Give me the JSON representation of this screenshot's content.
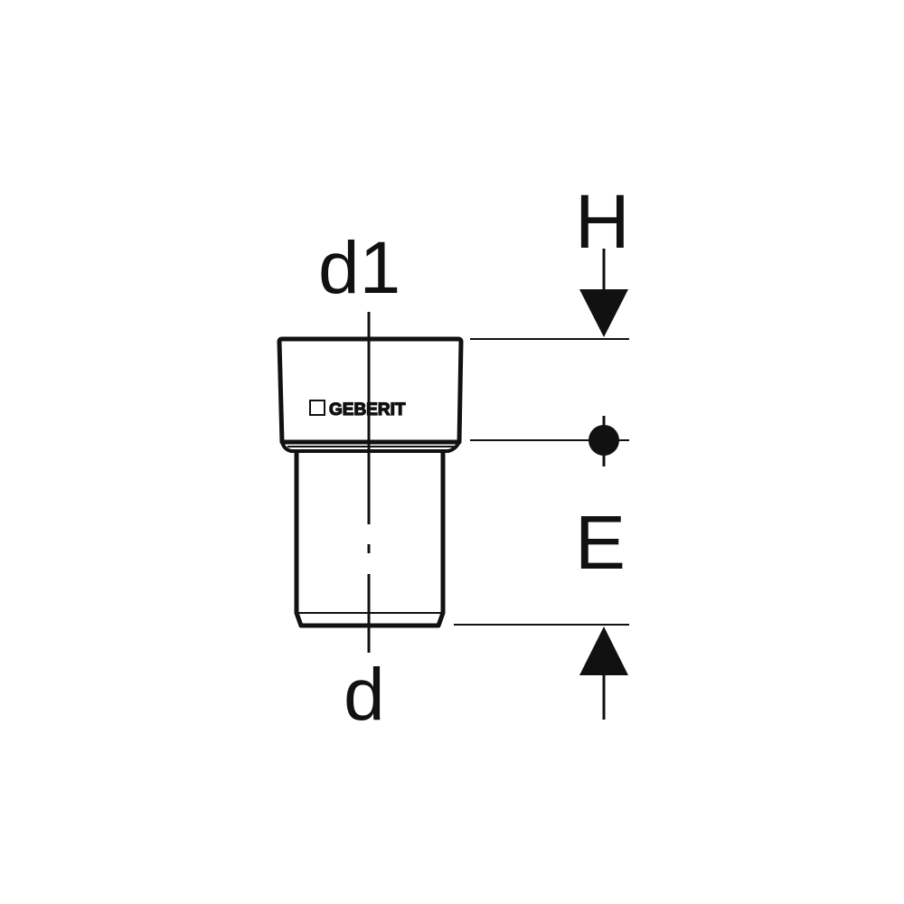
{
  "labels": {
    "d1": "d1",
    "d": "d",
    "H": "H",
    "E": "E"
  },
  "logo": {
    "text": "GEBERIT"
  },
  "colors": {
    "line": "#111111",
    "background": "#ffffff"
  }
}
